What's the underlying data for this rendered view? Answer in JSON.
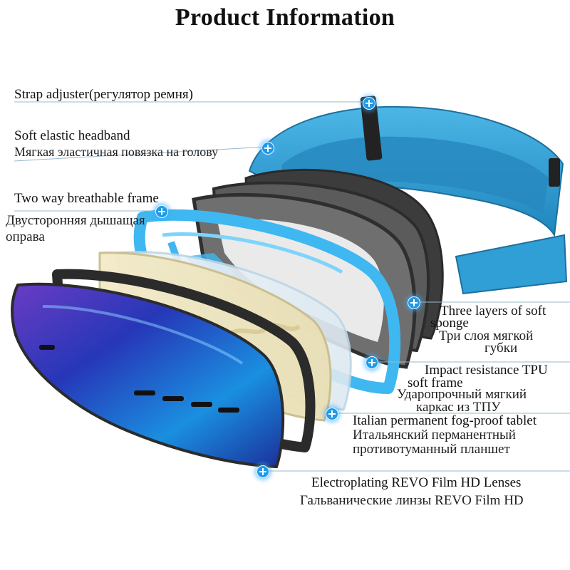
{
  "title": "Product Information",
  "callouts": {
    "strap": {
      "en": "Strap adjuster(регулятор ремня)"
    },
    "headband": {
      "en": "Soft elastic headband",
      "ru": "Мягкая эластичная повязка на голову"
    },
    "frame": {
      "en": "Two way breathable frame",
      "ru_1": "Двусторонняя дышащая",
      "ru_2": "оправа"
    },
    "sponge": {
      "en_1": "Three layers of soft",
      "en_2": "sponge",
      "ru_1": "Три слоя мягкой",
      "ru_2": "губки"
    },
    "tpu": {
      "en_1": "Impact resistance TPU",
      "en_2": "soft frame",
      "ru_1": "Ударопрочный мягкий",
      "ru_2": "каркас из ТПУ"
    },
    "fog": {
      "en": "Italian permanent fog-proof tablet",
      "ru_1": "Итальянский перманентный",
      "ru_2": "противотуманный планшет"
    },
    "lens": {
      "en": "Electroplating REVO Film HD Lenses",
      "ru": "Гальванические линзы REVO Film HD"
    }
  },
  "icons": {
    "hotspot": "plus-circle-icon"
  },
  "colors": {
    "strap": "#2f9fd6",
    "sponge": "#4a4a4a",
    "tpu_frame": "#3fb7f0",
    "hotspot": "#1e9be8",
    "lens_blue": "#1f4fd9"
  }
}
